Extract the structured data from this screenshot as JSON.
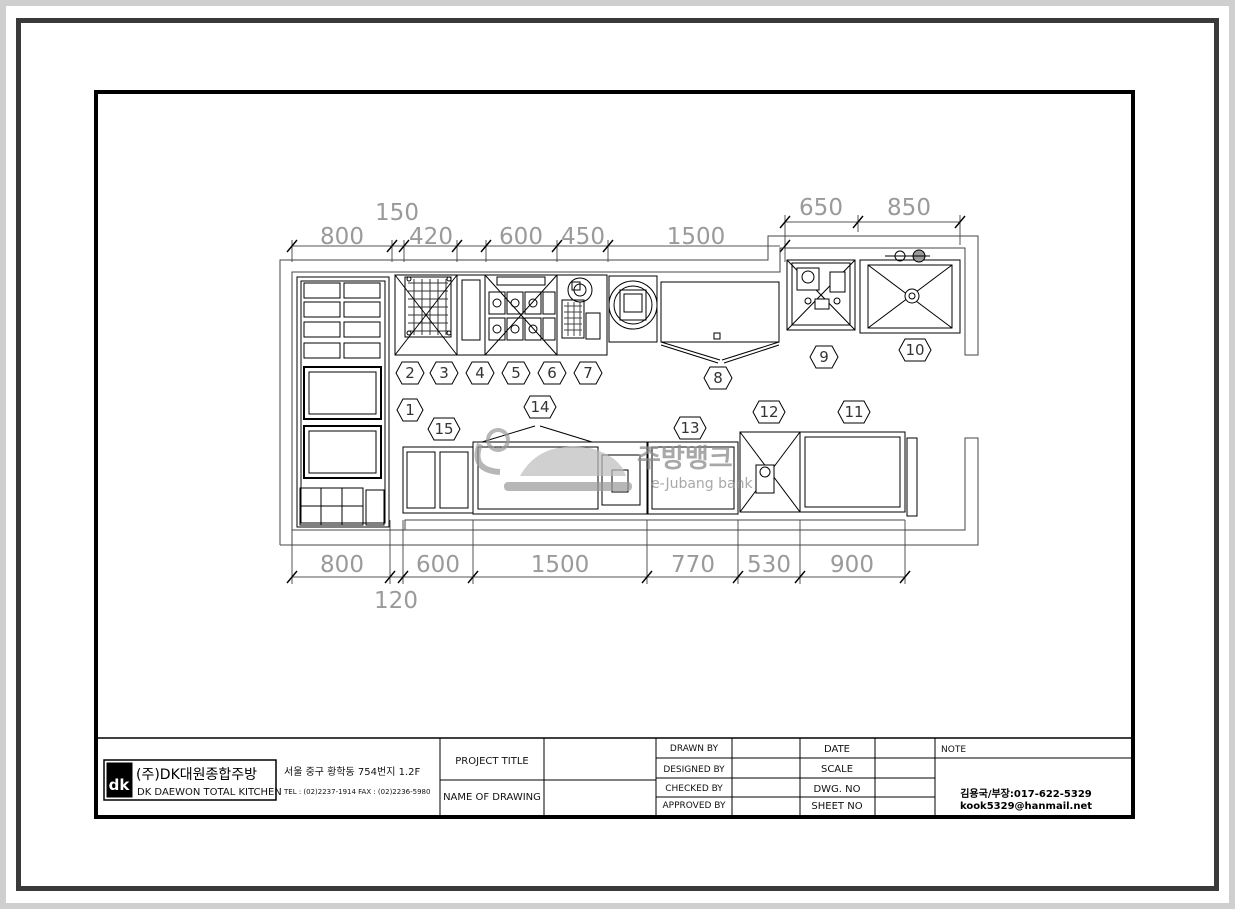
{
  "dimensions": {
    "top": [
      "150",
      "800",
      "420",
      "600",
      "450",
      "1500",
      "650",
      "850"
    ],
    "bottom": [
      "800",
      "600",
      "1500",
      "770",
      "530",
      "900",
      "120"
    ]
  },
  "equipment_numbers": [
    "1",
    "2",
    "3",
    "4",
    "5",
    "6",
    "7",
    "8",
    "9",
    "10",
    "11",
    "12",
    "13",
    "14",
    "15"
  ],
  "watermark": {
    "title": "주방뱅크",
    "subtitle": "e-Jubang bank"
  },
  "title_block": {
    "logo_text": "dk",
    "company_kr": "(주)DK대원종합주방",
    "company_en": "DK DAEWON TOTAL KITCHEN",
    "address": "서울 중구 황학동 754번지 1.2F",
    "tel_fax": "TEL : (02)2237-1914   FAX : (02)2236-5980",
    "project_title_label": "PROJECT TITLE",
    "name_of_drawing_label": "NAME OF DRAWING",
    "drawn_by": "DRAWN BY",
    "designed_by": "DESIGNED BY",
    "checked_by": "CHECKED BY",
    "approved_by": "APPROVED BY",
    "date": "DATE",
    "scale": "SCALE",
    "dwg_no": "DWG. NO",
    "sheet_no": "SHEET NO",
    "note": "NOTE",
    "contact_name": "김용국/부장:017-622-5329",
    "contact_email": "kook5329@hanmail.net"
  }
}
